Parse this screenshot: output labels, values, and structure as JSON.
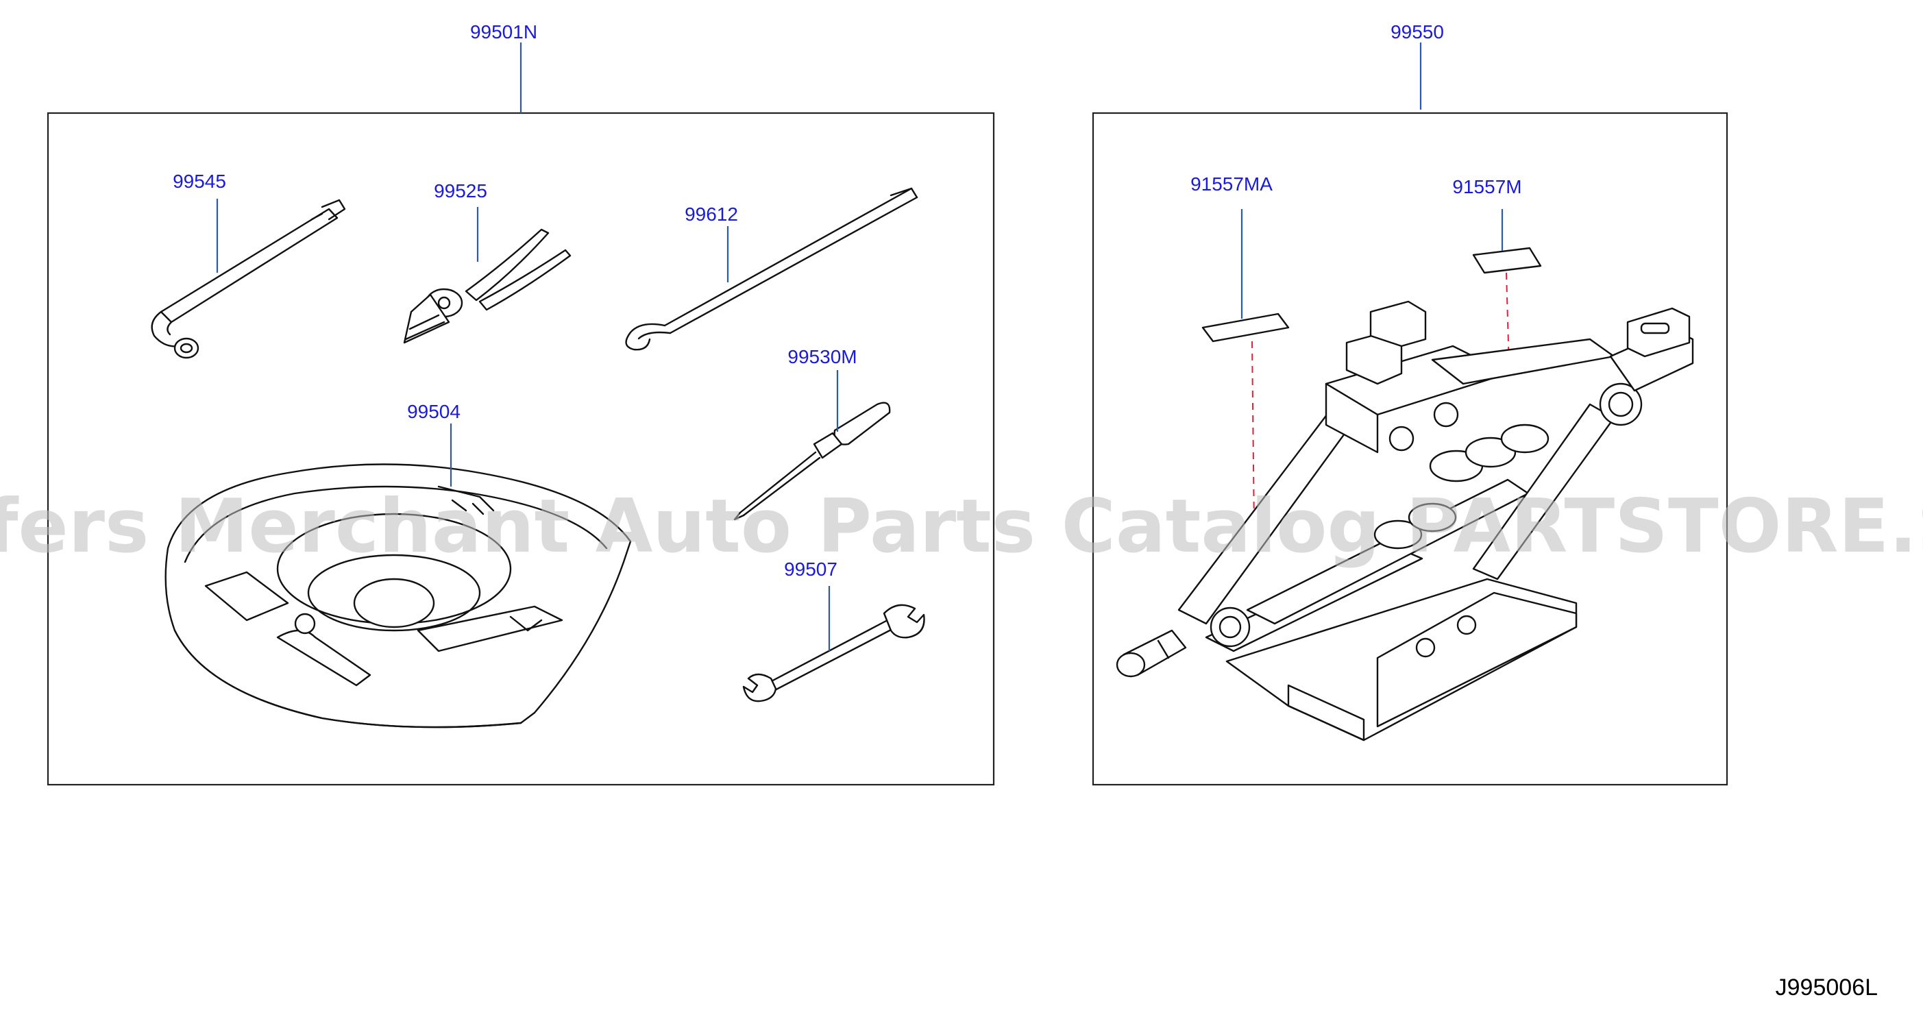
{
  "groups": {
    "tool_kit": {
      "number": "99501N"
    },
    "jack_assembly": {
      "number": "99550"
    }
  },
  "parts": {
    "wheel_nut_wrench": "99545",
    "pliers": "99525",
    "hook_bar": "99612",
    "screwdriver": "99530M",
    "tool_tray": "99504",
    "spanner": "99507",
    "label_a": "91557MA",
    "label_b": "91557M"
  },
  "watermark": "Offers Merchant Auto Parts Catalog PARTSTORE.SA",
  "diagram_code": "J995006L",
  "colors": {
    "label_blue": "#1a1adc",
    "leader_blue": "#2a5aa8",
    "dashed_red": "#e0203a",
    "watermark_gray": "#bdbdbd"
  }
}
